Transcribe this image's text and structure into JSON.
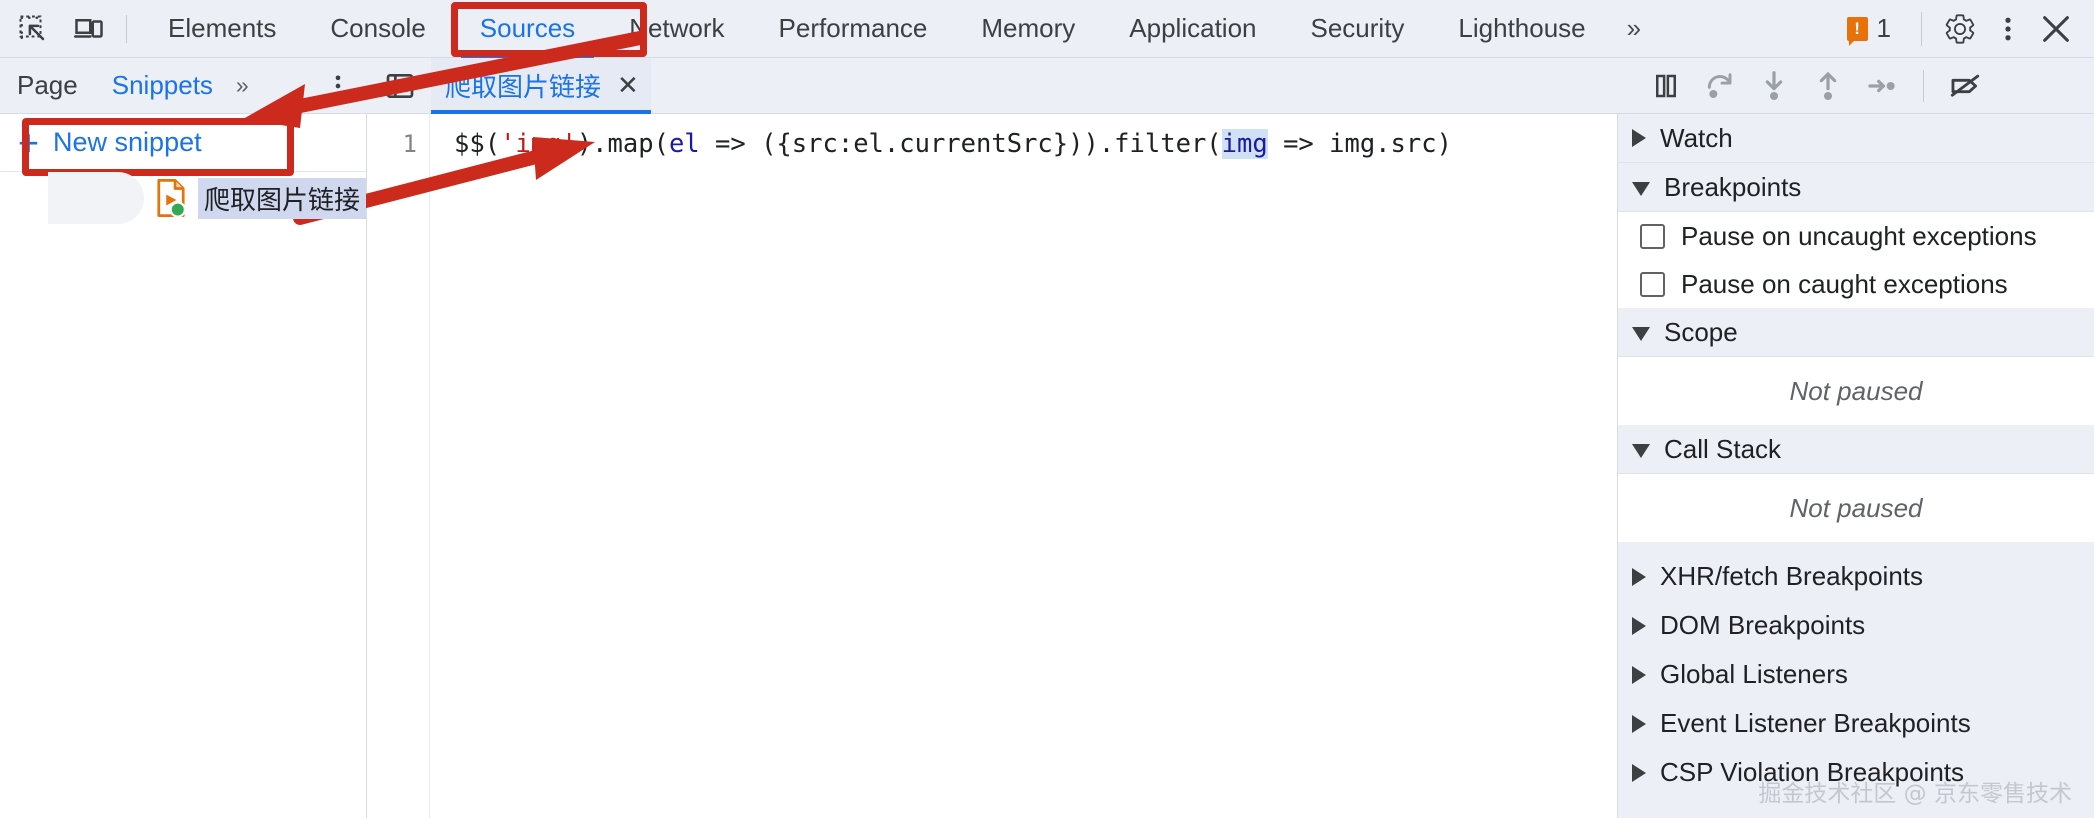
{
  "window": {
    "app": "Chrome DevTools"
  },
  "topbar": {
    "icons": [
      {
        "name": "inspect-element-icon",
        "label": "Inspect element"
      },
      {
        "name": "device-toolbar-icon",
        "label": "Toggle device toolbar"
      }
    ],
    "tabs": [
      {
        "label": "Elements",
        "active": false
      },
      {
        "label": "Console",
        "active": false
      },
      {
        "label": "Sources",
        "active": true
      },
      {
        "label": "Network",
        "active": false
      },
      {
        "label": "Performance",
        "active": false
      },
      {
        "label": "Memory",
        "active": false
      },
      {
        "label": "Application",
        "active": false
      },
      {
        "label": "Security",
        "active": false
      },
      {
        "label": "Lighthouse",
        "active": false
      }
    ],
    "more_tabs_glyph": "»",
    "error_badge": {
      "mark": "!",
      "count": "1",
      "color": "#e8710a"
    },
    "settings_label": "Settings",
    "kebab_label": "Customize and control DevTools",
    "close_label": "Close DevTools"
  },
  "navigator": {
    "tabs": [
      {
        "label": "Page",
        "active": false
      },
      {
        "label": "Snippets",
        "active": true
      }
    ],
    "more_glyph": "»",
    "kebab_label": "More options",
    "new_snippet": {
      "plus": "+",
      "label": "New snippet"
    },
    "snippets": [
      {
        "name": "爬取图片链接",
        "selected": true
      }
    ]
  },
  "editor": {
    "collapse_label": "Show navigator",
    "tab": {
      "label": "爬取图片链接",
      "close_glyph": "✕"
    },
    "line_number": "1",
    "code_tokens": [
      {
        "text": "$$(",
        "type": "plain"
      },
      {
        "text": "'img'",
        "type": "string"
      },
      {
        "text": ").map(",
        "type": "plain"
      },
      {
        "text": "el",
        "type": "param"
      },
      {
        "text": " => ({src:el.currentSrc})).filter(",
        "type": "plain"
      },
      {
        "text": "img",
        "type": "param-highlight"
      },
      {
        "text": " => img.src)",
        "type": "plain"
      }
    ],
    "code_plain": "$$('img').map(el => ({src:el.currentSrc})).filter(img => img.src)"
  },
  "debugger_toolbar": {
    "buttons": [
      {
        "name": "pause-script-icon",
        "label": "Pause script execution",
        "enabled": true
      },
      {
        "name": "step-over-icon",
        "label": "Step over next function call",
        "enabled": false
      },
      {
        "name": "step-into-icon",
        "label": "Step into next function call",
        "enabled": false
      },
      {
        "name": "step-out-icon",
        "label": "Step out of current function",
        "enabled": false
      },
      {
        "name": "step-icon",
        "label": "Step",
        "enabled": false
      },
      {
        "name": "deactivate-breakpoints-icon",
        "label": "Deactivate breakpoints",
        "enabled": true
      }
    ]
  },
  "sidepanel": {
    "sections": [
      {
        "title": "Watch",
        "expanded": false,
        "type": "plain"
      },
      {
        "title": "Breakpoints",
        "expanded": true,
        "type": "checks"
      },
      {
        "title": "Scope",
        "expanded": true,
        "type": "status"
      },
      {
        "title": "Call Stack",
        "expanded": true,
        "type": "status"
      },
      {
        "title": "XHR/fetch Breakpoints",
        "expanded": false,
        "type": "plain"
      },
      {
        "title": "DOM Breakpoints",
        "expanded": false,
        "type": "plain"
      },
      {
        "title": "Global Listeners",
        "expanded": false,
        "type": "plain"
      },
      {
        "title": "Event Listener Breakpoints",
        "expanded": false,
        "type": "plain"
      },
      {
        "title": "CSP Violation Breakpoints",
        "expanded": false,
        "type": "plain"
      }
    ],
    "breakpoints": {
      "uncaught_label": "Pause on uncaught exceptions",
      "uncaught_checked": false,
      "caught_label": "Pause on caught exceptions",
      "caught_checked": false
    },
    "scope_status": "Not paused",
    "callstack_status": "Not paused"
  },
  "watermark": "掘金技术社区 @ 京东零售技术",
  "annotations": {
    "color": "#cc2a1c",
    "boxes": [
      {
        "name": "sources-tab-highlight"
      },
      {
        "name": "new-snippet-highlight"
      }
    ],
    "arrows": [
      {
        "name": "arrow-to-snippets-tab"
      },
      {
        "name": "arrow-to-code-string"
      }
    ]
  }
}
